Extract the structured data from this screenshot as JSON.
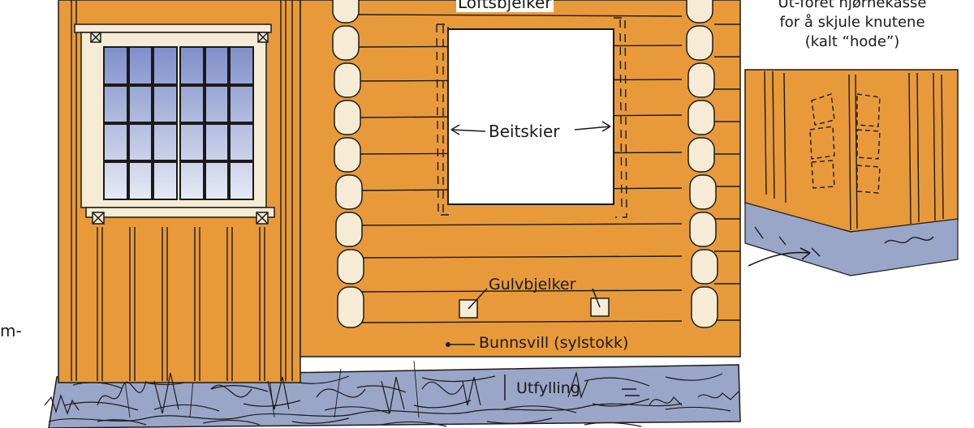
{
  "labels": {
    "loftsbjelker": "Loftsbjelker",
    "beitskier": "Beitskier",
    "gulvbjelker": "Gulvbjelker",
    "bunnsvill": "Bunnsvill (sylstokk)",
    "utfylling": "Utfylling",
    "corner_line1": "Ut-foret hjørnekasse",
    "corner_line2": "for å skjule knutene",
    "corner_line3": "(kalt “hode”)",
    "left_fragment": "m-"
  },
  "colors": {
    "wall_orange": "#e89a3a",
    "stone_blue": "#9aa6c8",
    "ink": "#1a1a1a",
    "window_glass": "#8f9fd0",
    "log_end": "#f6ecd6"
  }
}
